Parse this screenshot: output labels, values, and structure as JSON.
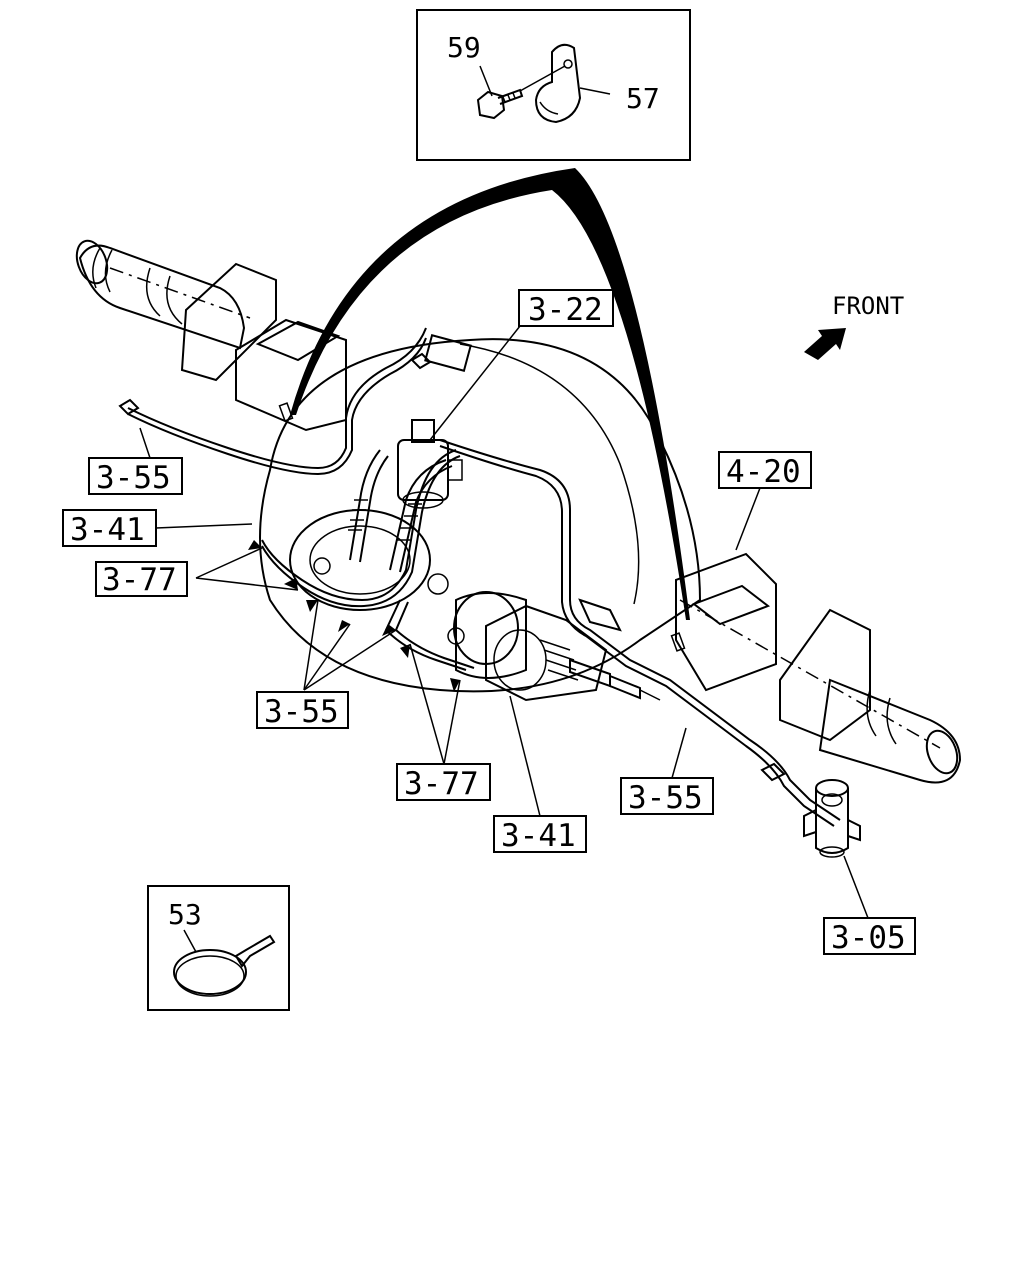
{
  "orientation": {
    "front_label": "FRONT"
  },
  "callouts": {
    "c_3_22": "3-22",
    "c_4_20": "4-20",
    "c_3_55_left": "3-55",
    "c_3_41_left": "3-41",
    "c_3_77_left": "3-77",
    "c_3_55_mid": "3-55",
    "c_3_77_mid": "3-77",
    "c_3_41_mid": "3-41",
    "c_3_55_right": "3-55",
    "c_3_05": "3-05"
  },
  "detail_top": {
    "bolt_num": "59",
    "clip_num": "57"
  },
  "detail_bottom": {
    "band_num": "53"
  }
}
